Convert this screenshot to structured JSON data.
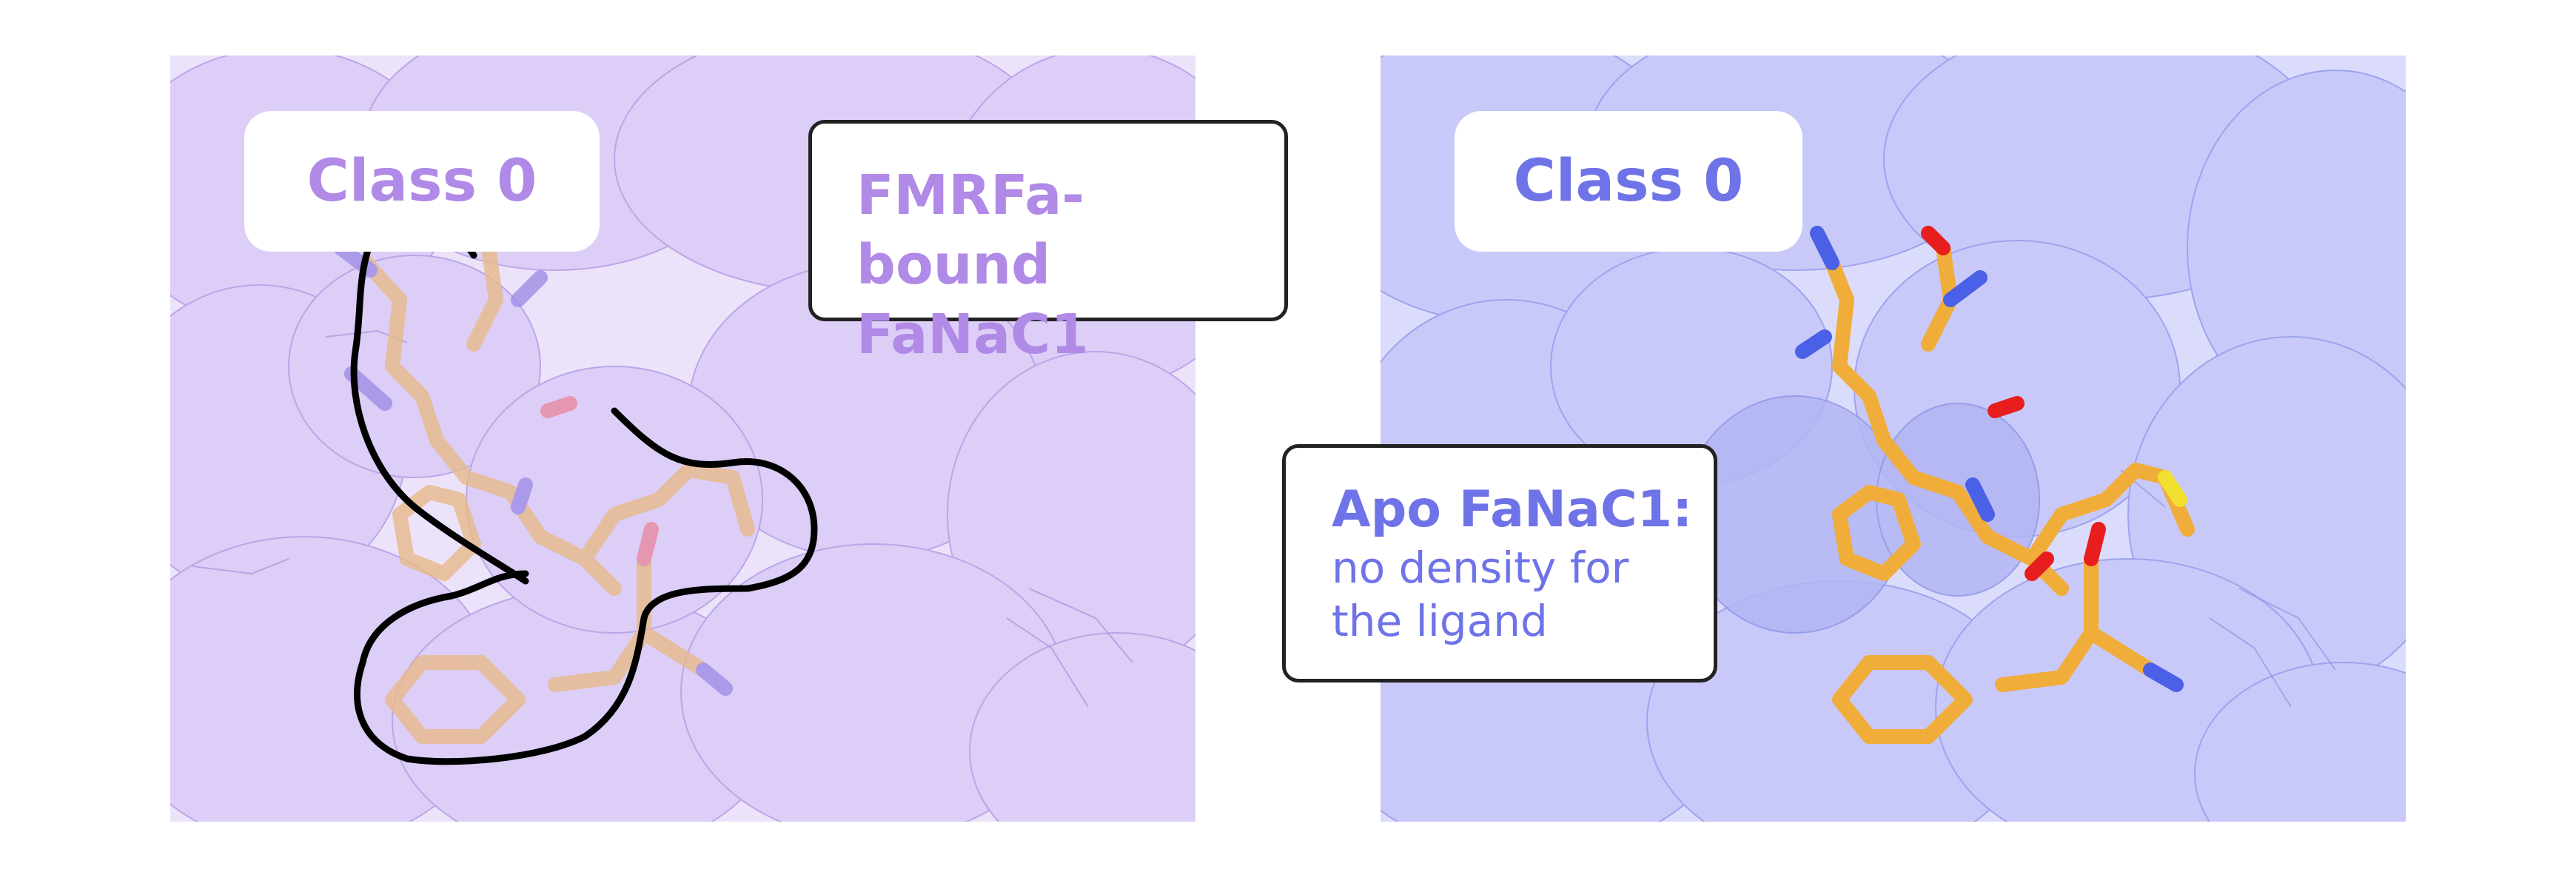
{
  "left_panel": {
    "class_label": "Class 0",
    "callout_text": "FMRFa-bound FaNaC1",
    "colors": {
      "density": "#dccdf7",
      "density_edge": "#b8a3e6",
      "text": "#b08ae6",
      "ligand_carbon": "#e8b98a",
      "ligand_nitrogen": "#a08ce6",
      "ligand_oxygen": "#e88aa0",
      "outline": "#000000"
    }
  },
  "right_panel": {
    "class_label": "Class 0",
    "callout_title": "Apo FaNaC1:",
    "callout_body_line1": "no density for",
    "callout_body_line2": "the ligand",
    "colors": {
      "density": "#c7c9f9",
      "density_edge": "#9aa0ee",
      "text": "#6f73e8",
      "ligand_carbon": "#f0ad3a",
      "ligand_nitrogen": "#4a60e6",
      "ligand_oxygen": "#e81e1e",
      "ligand_sulfur": "#f2e030"
    }
  }
}
